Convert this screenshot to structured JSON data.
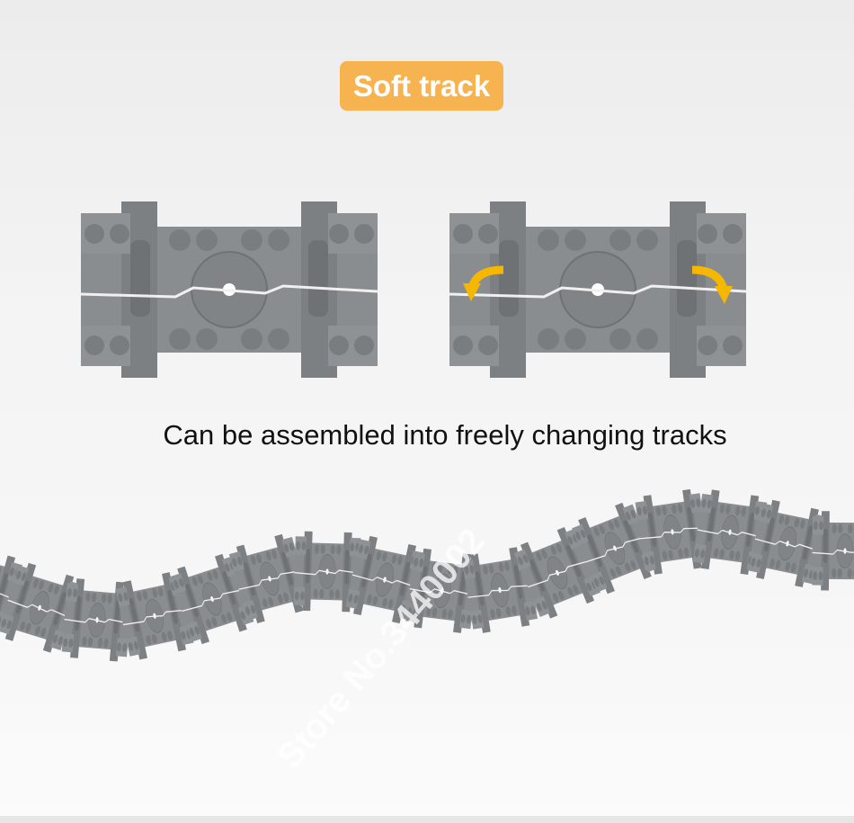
{
  "badge": {
    "label": "Soft track",
    "color": "#f7b350"
  },
  "caption": "Can be assembled into freely changing tracks",
  "watermark": "Store No.3440002",
  "colors": {
    "track": "#8a8d90",
    "track_dark": "#6f7275",
    "arrow": "#f5b700"
  }
}
